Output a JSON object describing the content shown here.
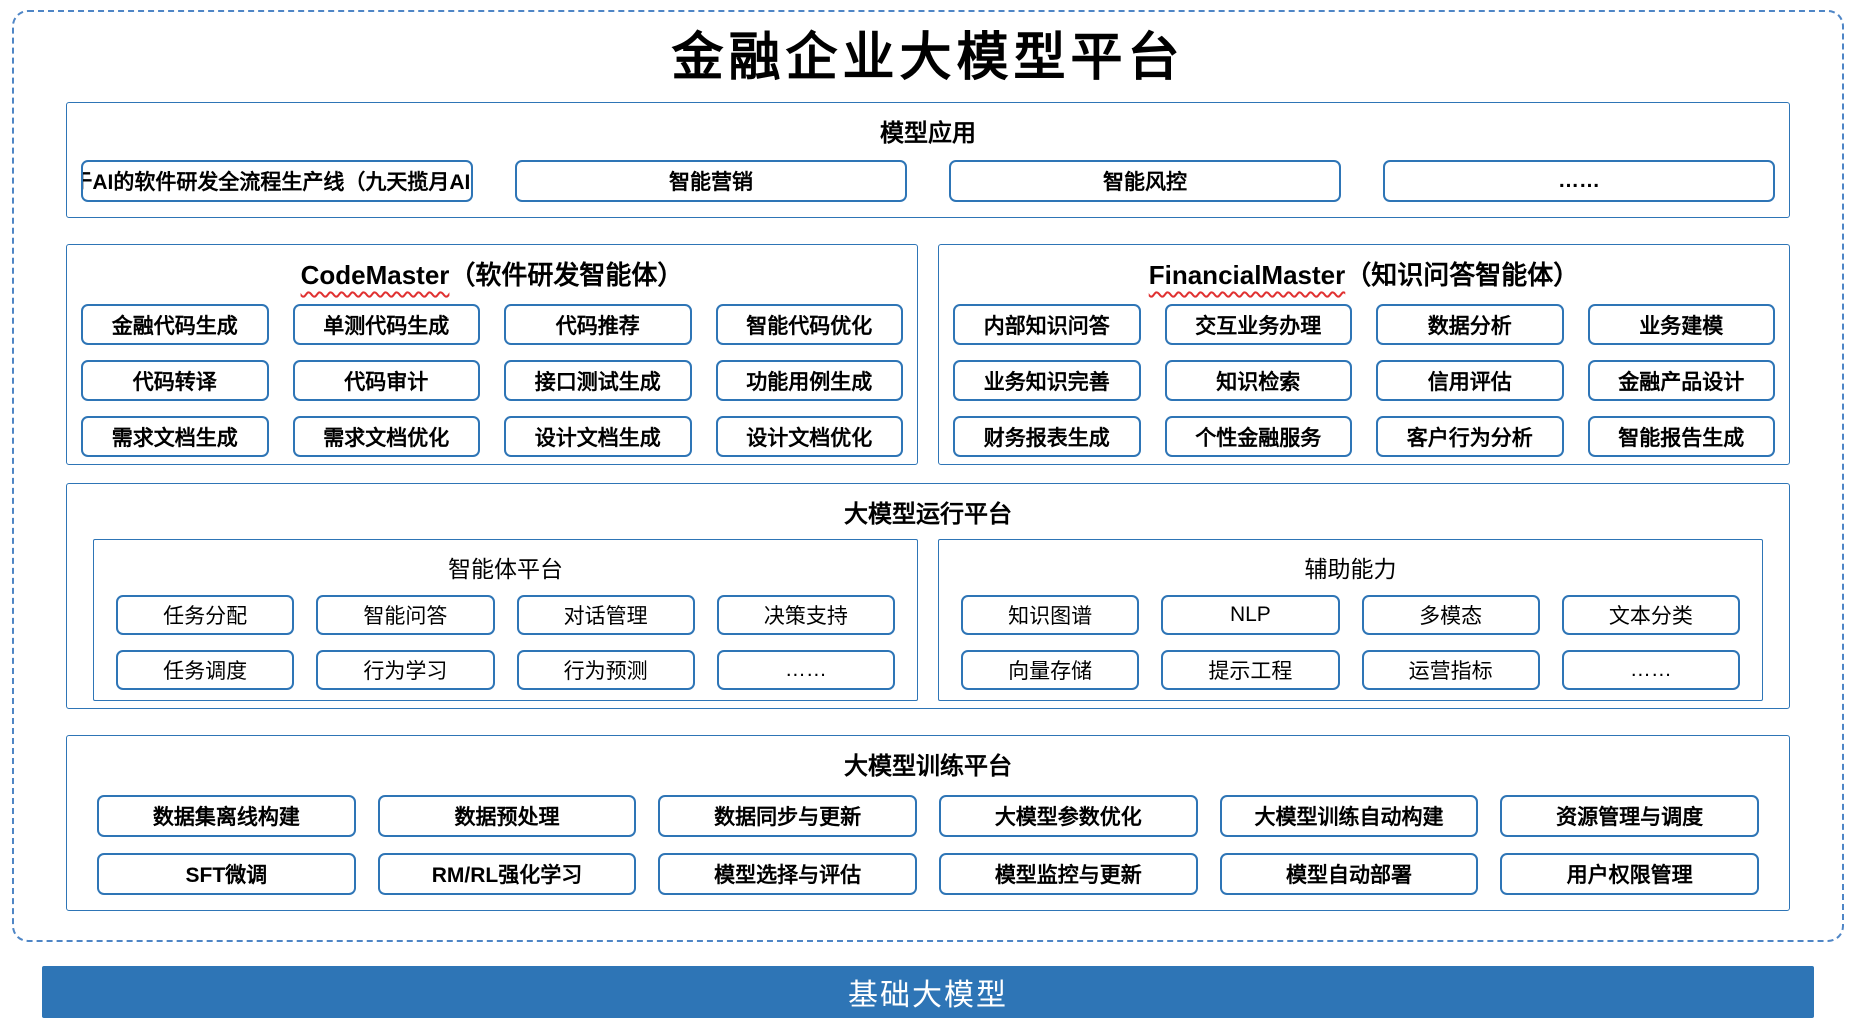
{
  "title": "金融企业大模型平台",
  "model_apps": {
    "title": "模型应用",
    "main_item": "基于AI的软件研发全流程生产线（九天揽月AI+）",
    "items": [
      "智能营销",
      "智能风控",
      "……"
    ]
  },
  "codemaster": {
    "title_en": "CodeMaster",
    "title_zh": "（软件研发智能体）",
    "items": [
      "金融代码生成",
      "单测代码生成",
      "代码推荐",
      "智能代码优化",
      "代码转译",
      "代码审计",
      "接口测试生成",
      "功能用例生成",
      "需求文档生成",
      "需求文档优化",
      "设计文档生成",
      "设计文档优化"
    ]
  },
  "financialmaster": {
    "title_en": "FinancialMaster",
    "title_zh": "（知识问答智能体）",
    "items": [
      "内部知识问答",
      "交互业务办理",
      "数据分析",
      "业务建模",
      "业务知识完善",
      "知识检索",
      "信用评估",
      "金融产品设计",
      "财务报表生成",
      "个性金融服务",
      "客户行为分析",
      "智能报告生成"
    ]
  },
  "runtime_platform": {
    "title": "大模型运行平台",
    "agent_platform": {
      "title": "智能体平台",
      "items": [
        "任务分配",
        "智能问答",
        "对话管理",
        "决策支持",
        "任务调度",
        "行为学习",
        "行为预测",
        "……"
      ]
    },
    "auxiliary": {
      "title": "辅助能力",
      "items": [
        "知识图谱",
        "NLP",
        "多模态",
        "文本分类",
        "向量存储",
        "提示工程",
        "运营指标",
        "……"
      ]
    }
  },
  "training_platform": {
    "title": "大模型训练平台",
    "items": [
      "数据集离线构建",
      "数据预处理",
      "数据同步与更新",
      "大模型参数优化",
      "大模型训练自动构建",
      "资源管理与调度",
      "SFT微调",
      "RM/RL强化学习",
      "模型选择与评估",
      "模型监控与更新",
      "模型自动部署",
      "用户权限管理"
    ]
  },
  "base_model": {
    "title": "基础大模型"
  },
  "colors": {
    "border_blue": "#2E75B6",
    "dashed_border_blue": "#4f86c6",
    "base_bar_blue": "#2E75B6",
    "base_bar_text": "#ffffff",
    "squiggle_red": "#e03131",
    "text": "#000000",
    "background": "#ffffff"
  }
}
